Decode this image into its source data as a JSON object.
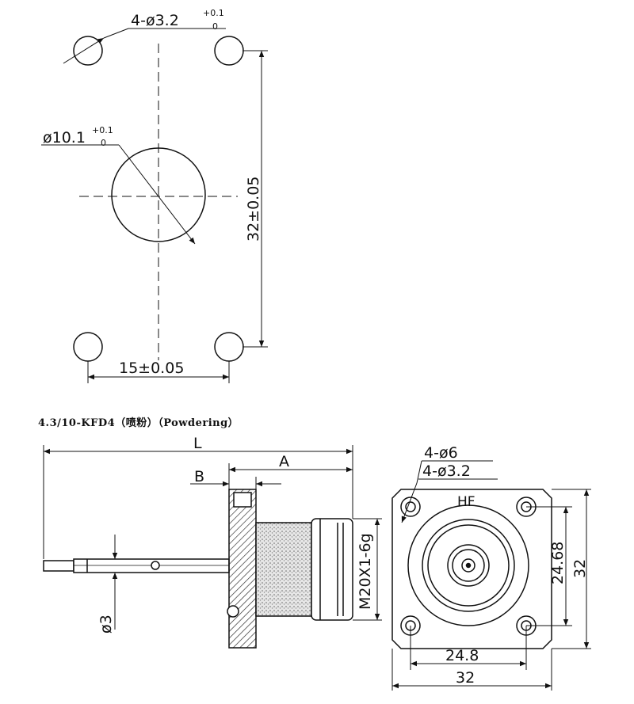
{
  "colors": {
    "line": "#111111",
    "hatch": "#555555",
    "background": "#ffffff"
  },
  "top_view": {
    "holes_label": {
      "base": "4-ø3.2",
      "tol_upper": "+0.1",
      "tol_lower": "0"
    },
    "center_label": {
      "base": "ø10.1",
      "tol_upper": "+0.1",
      "tol_lower": "0"
    },
    "vertical_dim": "32±0.05",
    "horizontal_dim": "15±0.05"
  },
  "caption": "4.3/10-KFD4（喷粉）（Powdering）",
  "side_view": {
    "dim_L": "L",
    "dim_A": "A",
    "dim_B": "B",
    "thread": "M20X1-6g",
    "pin_dia": "ø3"
  },
  "front_view": {
    "holes_outer": "4-ø6",
    "holes_inner": "4-ø3.2",
    "marking": "HF",
    "dim_inner_v": "24.68",
    "dim_outer_v": "32",
    "dim_inner_h": "24.8",
    "dim_outer_h": "32"
  }
}
